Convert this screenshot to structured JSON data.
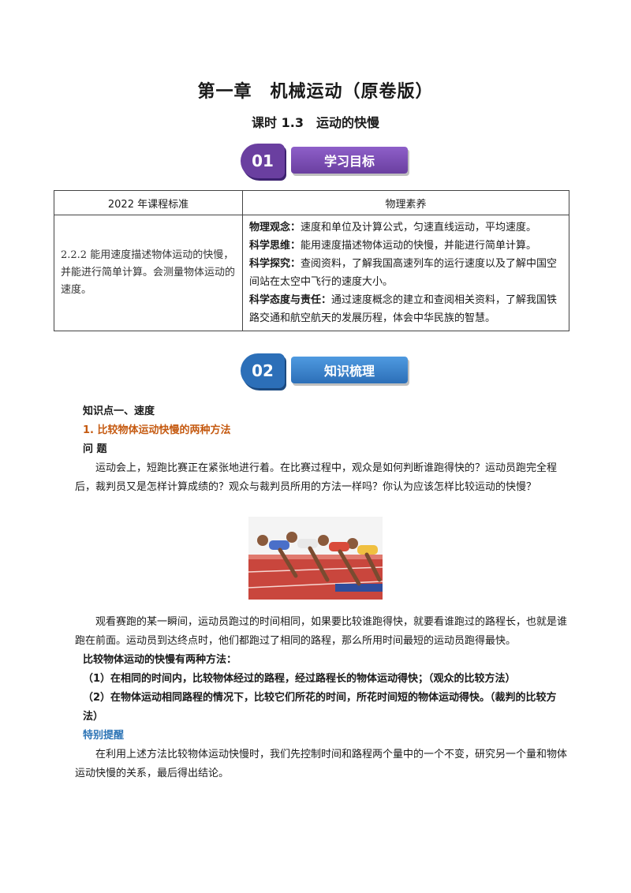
{
  "header": {
    "title": "第一章　机械运动（原卷版）",
    "subtitle": "课时 1.3　运动的快慢"
  },
  "section1": {
    "number": "01",
    "label": "学习目标"
  },
  "section2": {
    "number": "02",
    "label": "知识梳理"
  },
  "standards_table": {
    "col_headers": [
      "2022 年课程标准",
      "物理素养"
    ],
    "standard": "2.2.2 能用速度描述物体运动的快慢，并能进行简单计算。会测量物体运动的速度。",
    "literacy": [
      {
        "label": "物理观念：",
        "text": "速度和单位及计算公式，匀速直线运动，平均速度。"
      },
      {
        "label": "科学思维：",
        "text": "能用速度描述物体运动的快慢，并能进行简单计算。"
      },
      {
        "label": "科学探究：",
        "text": "查阅资料，了解我国高速列车的运行速度以及了解中国空间站在太空中飞行的速度大小。"
      },
      {
        "label": "科学态度与责任：",
        "text": "通过速度概念的建立和查阅相关资料，了解我国铁路交通和航空航天的发展历程，体会中华民族的智慧。"
      }
    ]
  },
  "knowledge": {
    "point1": "知识点一、速度",
    "sub1": "1. 比较物体运动快慢的两种方法",
    "question_label": "问 题",
    "question_text": "运动会上，短跑比赛正在紧张地进行着。在比赛过程中，观众是如何判断谁跑得快的？运动员跑完全程后，裁判员又是怎样计算成绩的？观众与裁判员所用的方法一样吗？你认为应该怎样比较运动的快慢？",
    "observe_text": "观看赛跑的某一瞬间，运动员跑过的时间相同，如果要比较谁跑得快，就要看谁跑过的路程长，也就是谁跑在前面。运动员到达终点时，他们都跑过了相同的路程，那么所用时间最短的运动员跑得最快。",
    "methods_intro": "比较物体运动的快慢有两种方法：",
    "method1": "（1）在相同的时间内，比较物体经过的路程，经过路程长的物体运动得快；（观众的比较方法）",
    "method2": "（2）在物体运动相同路程的情况下，比较它们所花的时间，所花时间短的物体运动得快。（裁判的比较方法）",
    "reminder_label": "特别提醒",
    "reminder_text": "在利用上述方法比较物体运动快慢时，我们先控制时间和路程两个量中的一个不变，研究另一个量和物体运动快慢的关系，最后得出结论。"
  }
}
